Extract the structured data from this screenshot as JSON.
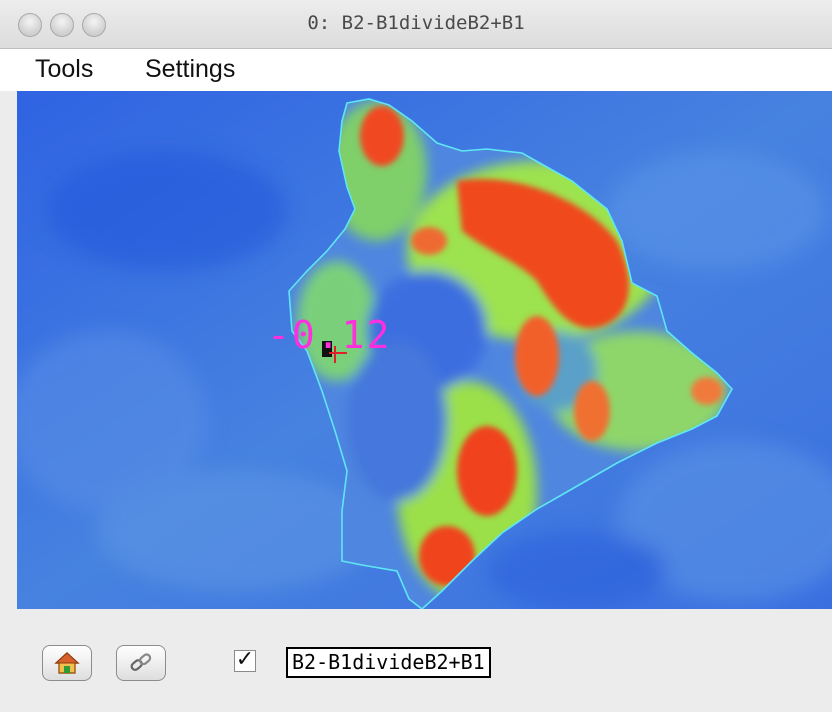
{
  "window": {
    "title": "0:  B2-B1divideB2+B1",
    "traffic_lights": [
      "close-button",
      "minimize-button",
      "zoom-button"
    ]
  },
  "menu": {
    "items": [
      {
        "label": "Tools"
      },
      {
        "label": "Settings"
      }
    ]
  },
  "map": {
    "readout_value": "-0.12",
    "colors": {
      "low": "#2b5fe0",
      "mid": "#9be04a",
      "high": "#f03a16",
      "outline": "#5fe6f5"
    }
  },
  "bottom": {
    "home_icon": "home-icon",
    "link_icon": "link-icon",
    "layer_checked": true,
    "layer_name": "B2-B1divideB2+B1"
  }
}
